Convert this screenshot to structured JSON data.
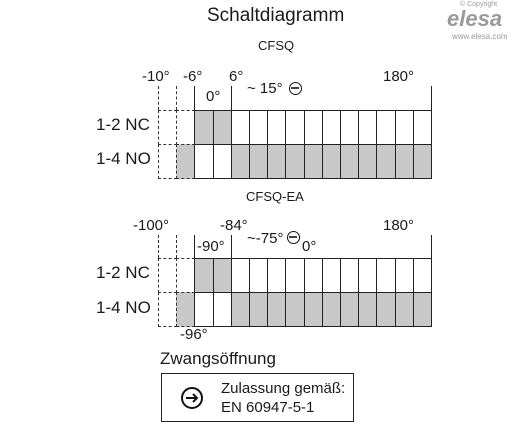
{
  "title": "Schaltdiagramm",
  "logo": {
    "copyright": "© Copyright",
    "brand": "elesa",
    "url": "www.elesa.com"
  },
  "top": {
    "name": "CFSQ",
    "angles": {
      "a1": "-10°",
      "a2": "-6°",
      "a3": "6°",
      "a4": "0°",
      "a5": "~ 15°",
      "a6": "180°"
    },
    "rows": [
      "1-2 NC",
      "1-4 NO"
    ]
  },
  "bottom": {
    "name": "CFSQ-EA",
    "angles": {
      "a1": "-100°",
      "a2": "-84°",
      "a3": "-90°",
      "a4": "~-75°",
      "a5": "0°",
      "a6": "180°",
      "a7": "-96°"
    },
    "rows": [
      "1-2 NC",
      "1-4 NO"
    ]
  },
  "legend": {
    "heading": "Zwangsöffnung",
    "line1": "Zulassung gemäß:",
    "line2": "EN 60947-5-1"
  },
  "diagram": {
    "nc_pattern": [
      0,
      0,
      1,
      1,
      0,
      0,
      0,
      0,
      0,
      0,
      0,
      0,
      0,
      0,
      0
    ],
    "no_pattern": [
      0,
      1,
      0,
      0,
      1,
      1,
      1,
      1,
      1,
      1,
      1,
      1,
      1,
      1,
      1
    ],
    "dashed_cells": [
      0,
      1
    ],
    "fill_color": "#c8c8c8",
    "line_color": "#222222",
    "symbol": "positive-opening-arrow-icon"
  }
}
